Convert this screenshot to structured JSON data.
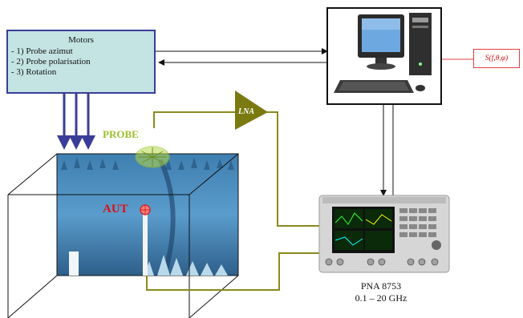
{
  "motors": {
    "title": "Motors",
    "items": [
      "- 1) Probe azimut",
      "- 2) Probe polarisation",
      "- 3) Rotation"
    ]
  },
  "labels": {
    "probe": "PROBE",
    "aut": "AUT",
    "lna": "LNA",
    "signal": "S(f,θ,φ)",
    "pna_model": "PNA 8753",
    "pna_range": "0.1 – 20 GHz"
  },
  "colors": {
    "motors_fill": "#c4e4e4",
    "motors_border": "#3a3d98",
    "arrow_blue": "#3a3d98",
    "cable_olive": "#8a8a1e",
    "lna_fill": "#7a7a10",
    "probe_green": "#9bbf2a",
    "aut_red": "#e01010",
    "chamber_blue": "#4a8fc0"
  },
  "icons": [
    "computer-icon",
    "network-analyzer-icon",
    "amplifier-icon",
    "probe-antenna-icon",
    "aut-antenna-icon"
  ]
}
